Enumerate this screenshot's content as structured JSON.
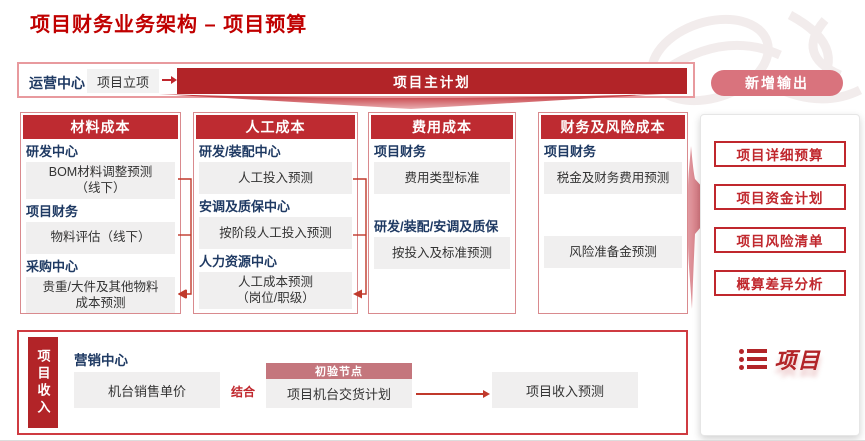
{
  "title": "项目财务业务架构 – 项目预算",
  "colors": {
    "title_red": "#c00000",
    "bar_red": "#b22428",
    "header_red": "#be2b31",
    "pill_pink": "#d9737d",
    "navy_label": "#1f3a63",
    "box_gray": "#f0efef",
    "outline_red": "#c0272d"
  },
  "top_flow": {
    "owner": "运营中心",
    "start": "项目立项",
    "plan": "项目主计划"
  },
  "buttons": {
    "new_output": "新增输出"
  },
  "columns": [
    {
      "header": "材料成本",
      "groups": [
        {
          "label": "研发中心",
          "box": "BOM材料调整预测\n（线下）"
        },
        {
          "label": "项目财务",
          "box": "物料评估（线下）"
        },
        {
          "label": "采购中心",
          "box": "贵重/大件及其他物料\n成本预测"
        }
      ]
    },
    {
      "header": "人工成本",
      "groups": [
        {
          "label": "研发/装配中心",
          "box": "人工投入预测"
        },
        {
          "label": "安调及质保中心",
          "box": "按阶段人工投入预测"
        },
        {
          "label": "人力资源中心",
          "box": "人工成本预测\n（岗位/职级）"
        }
      ]
    },
    {
      "header": "费用成本",
      "groups": [
        {
          "label": "项目财务",
          "box": "费用类型标准"
        },
        {
          "label": "研发/装配/安调及质保",
          "box": "按投入及标准预测"
        }
      ]
    },
    {
      "header": "财务及风险成本",
      "groups": [
        {
          "label": "项目财务",
          "box": "税金及财务费用预测"
        },
        {
          "label": "",
          "box": "风险准备金预测"
        }
      ]
    }
  ],
  "outputs": {
    "items": [
      "项目详细预算",
      "项目资金计划",
      "项目风险清单",
      "概算差异分析"
    ],
    "logo": "项目"
  },
  "bottom": {
    "side": "项目收入",
    "owner": "营销中心",
    "price_box": "机台销售单价",
    "join": "结合",
    "node_header": "初验节点",
    "delivery_box": "项目机台交货计划",
    "forecast_box": "项目收入预测"
  }
}
